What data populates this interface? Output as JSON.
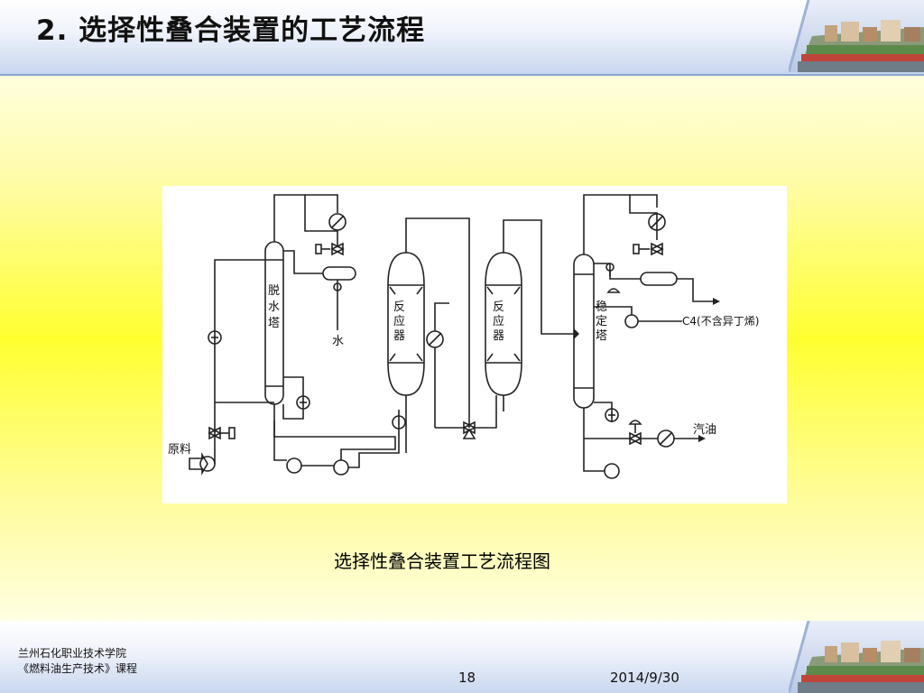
{
  "slide": {
    "title": "2. 选择性叠合装置的工艺流程",
    "caption": "选择性叠合装置工艺流程图",
    "footer_line1": "兰州石化职业技术学院",
    "footer_line2": "《燃料油生产技术》课程",
    "page_number": "18",
    "date": "2014/9/30"
  },
  "diagram": {
    "tower1_label": [
      "脱",
      "水",
      "塔"
    ],
    "reactor1_label": [
      "反",
      "应",
      "器"
    ],
    "reactor2_label": [
      "反",
      "应",
      "器"
    ],
    "tower2_label": [
      "稳",
      "定",
      "塔"
    ],
    "water_label": "水",
    "feed_label": "原料",
    "c4_label": "C4(不含异丁烯)",
    "gasoline_label": "汽油",
    "pump_symbol": "I"
  }
}
